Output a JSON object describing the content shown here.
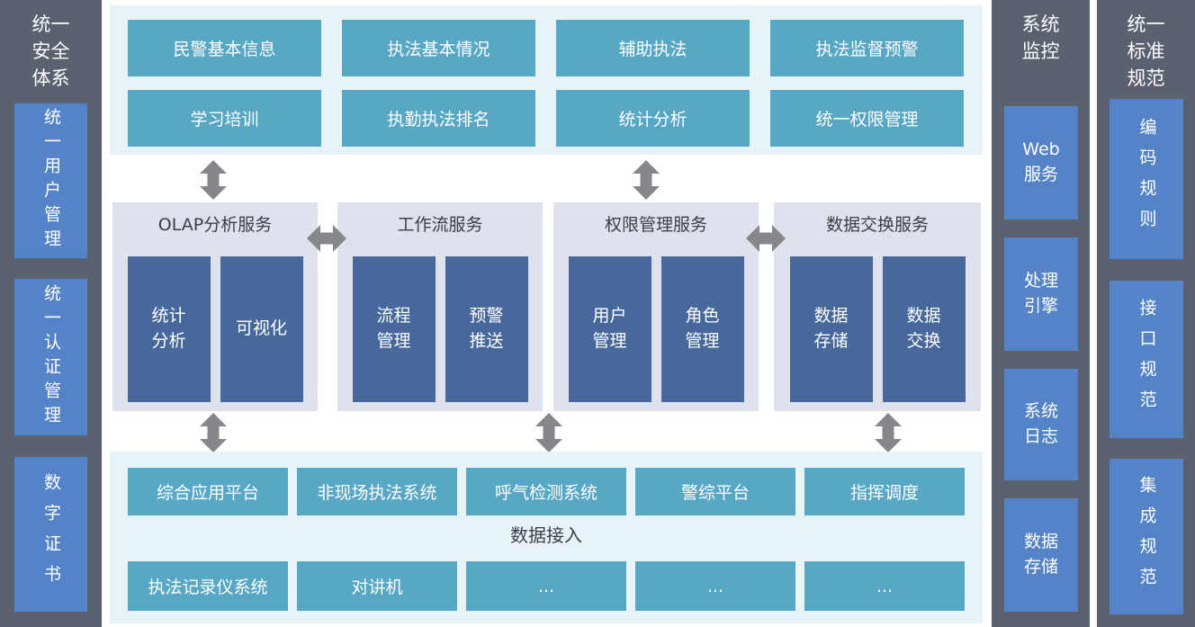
{
  "diagram_title": "",
  "left_sidebar": {
    "title": "统一安全体系",
    "items": [
      "统一用户管理",
      "统一认证管理",
      "数字证书"
    ]
  },
  "top_panel": {
    "buttons": [
      "民警基本信息",
      "执法基本情况",
      "辅助执法",
      "执法监督预警",
      "学习培训",
      "执勤执法排名",
      "统计分析",
      "统一权限管理"
    ]
  },
  "service_panels": [
    {
      "title": "OLAP分析服务",
      "boxes": [
        {
          "lines": [
            "统计",
            "分析"
          ]
        },
        {
          "lines": [
            "可视化"
          ]
        }
      ]
    },
    {
      "title": "工作流服务",
      "boxes": [
        {
          "lines": [
            "流程",
            "管理"
          ]
        },
        {
          "lines": [
            "预警",
            "推送"
          ]
        }
      ]
    },
    {
      "title": "权限管理服务",
      "boxes": [
        {
          "lines": [
            "用户",
            "管理"
          ]
        },
        {
          "lines": [
            "角色",
            "管理"
          ]
        }
      ]
    },
    {
      "title": "数据交换服务",
      "boxes": [
        {
          "lines": [
            "数据",
            "存储"
          ]
        },
        {
          "lines": [
            "数据",
            "交换"
          ]
        }
      ]
    }
  ],
  "bottom_panel": {
    "row1": [
      "综合应用平台",
      "非现场执法系统",
      "呼气检测系统",
      "警综平台",
      "指挥调度"
    ],
    "label": "数据接入",
    "row2": [
      "执法记录仪系统",
      "对讲机",
      "...",
      "...",
      "..."
    ]
  },
  "monitor_sidebar": {
    "title": "系统监控",
    "items": [
      {
        "lines": [
          "Web",
          "服务"
        ]
      },
      {
        "lines": [
          "处理",
          "引擎"
        ]
      },
      {
        "lines": [
          "系统",
          "日志"
        ]
      },
      {
        "lines": [
          "数据",
          "存储"
        ]
      }
    ]
  },
  "standards_sidebar": {
    "title": "统一标准规范",
    "items": [
      "编码规则",
      "接口规范",
      "集成规范"
    ]
  },
  "colors": {
    "sidebar_gray": "#5a6270",
    "sidebar_blue_box": "#5484c7",
    "teal_button": "#57a7c5",
    "light_cyan_panel": "#e8f3f7",
    "lavender_panel": "#dee2ec",
    "dark_blue_box": "#46689b",
    "arrow_gray": "#85878b",
    "dark_text": "#3b4047"
  }
}
